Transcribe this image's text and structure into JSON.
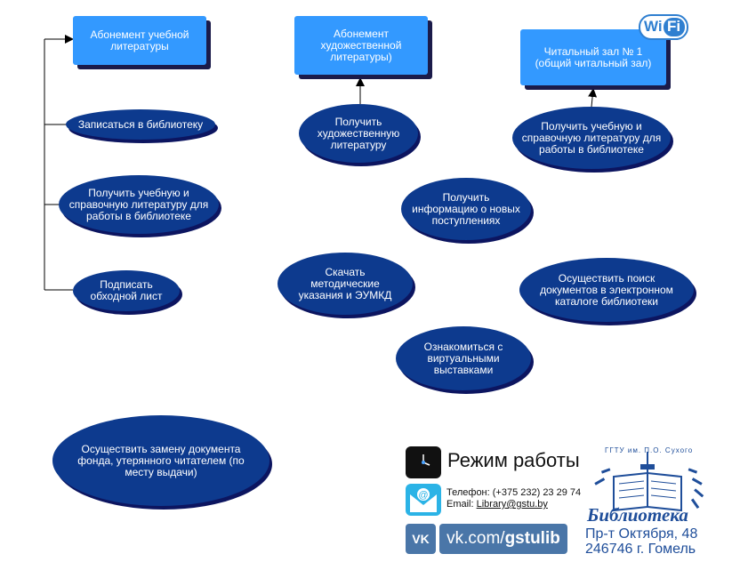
{
  "boxes": {
    "study": "Абонемент учебной литературы",
    "fiction": "Абонемент художественной литературы)",
    "reading_room": "Читальный зал № 1 (общий читальный зал)"
  },
  "ovals": {
    "register": "Записаться в библиотеку",
    "get_study_lit": "Получить учебную и справочную литературу для работы в библиотеке",
    "sign_sheet": "Подписать обходной лист",
    "get_fiction": "Получить художественную литературу",
    "get_ref_room": "Получить учебную и справочную литературу для работы в библиотеке",
    "new_arrivals": "Получить информацию о новых поступлениях",
    "download": "Скачать методические указания и ЭУМКД",
    "catalog_search": "Осуществить поиск документов в электронном каталоге библиотеки",
    "exhibitions": "Ознакомиться с виртуальными выставками",
    "replace_doc": "Осуществить замену документа фонда, утерянного читателем (по месту выдачи)"
  },
  "wifi": {
    "left": "Wi",
    "right": "Fi"
  },
  "info": {
    "hours_title": "Режим работы",
    "phone": "Телефон: (+375 232) 23 29 74",
    "email_label": "Email:",
    "email": "Library@gstu.by",
    "vk_badge": "VK",
    "vk_prefix": "vk.com/",
    "vk_handle": "gstulib"
  },
  "logo": {
    "arc_text": "ГГТУ им. П.О. Сухого",
    "name": "Библиотека",
    "address1": "Пр-т Октября, 48",
    "address2": "246746 г. Гомель"
  },
  "colors": {
    "box_fill": "#3399ff",
    "oval_fill": "#0d3a8e",
    "shadow": "#1b1b4a",
    "logo_blue": "#1f4e9a"
  }
}
